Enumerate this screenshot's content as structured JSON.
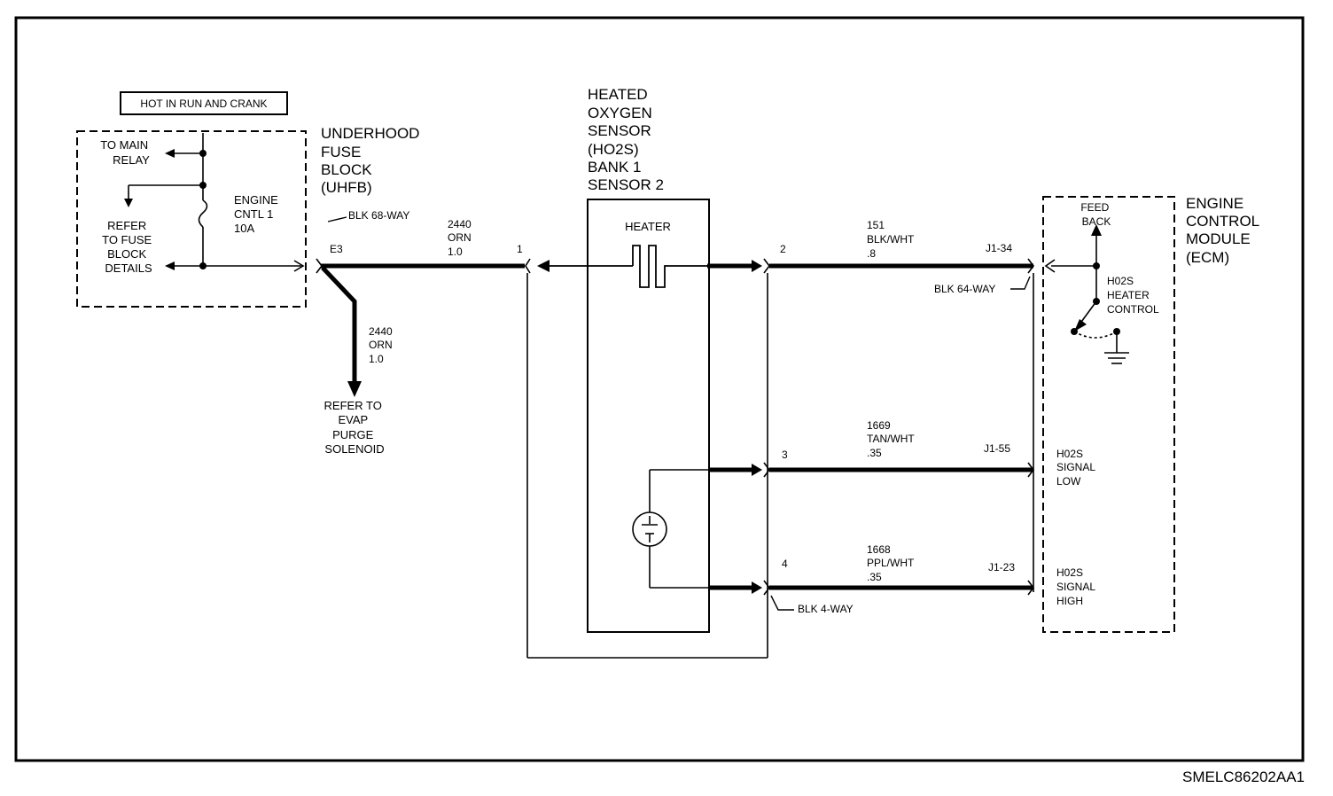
{
  "hot_label": "HOT IN RUN AND CRANK",
  "fuse_block": {
    "to_main_relay": [
      "TO MAIN",
      "RELAY"
    ],
    "refer_details": [
      "REFER",
      "TO FUSE",
      "BLOCK",
      "DETAILS"
    ],
    "fuse": [
      "ENGINE",
      "CNTL 1",
      "10A"
    ],
    "title": [
      "UNDERHOOD",
      "FUSE",
      "BLOCK",
      "(UHFB)"
    ],
    "connector": "BLK 68-WAY",
    "terminal": "E3"
  },
  "wire_2440_main": [
    "2440",
    "ORN",
    "1.0"
  ],
  "wire_2440_branch": [
    "2440",
    "ORN",
    "1.0"
  ],
  "evap_ref": [
    "REFER TO",
    "EVAP",
    "PURGE",
    "SOLENOID"
  ],
  "sensor": {
    "title": [
      "HEATED",
      "OXYGEN",
      "SENSOR",
      "(HO2S)",
      "BANK 1",
      "SENSOR 2"
    ],
    "heater": "HEATER",
    "pin1": "1",
    "pin2": "2",
    "pin3": "3",
    "pin4": "4",
    "connector": "BLK 4-WAY"
  },
  "wire_151": [
    "151",
    "BLK/WHT",
    ".8"
  ],
  "wire_1669": [
    "1669",
    "TAN/WHT",
    ".35"
  ],
  "wire_1668": [
    "1668",
    "PPL/WHT",
    ".35"
  ],
  "ecm": {
    "title": [
      "ENGINE",
      "CONTROL",
      "MODULE",
      "(ECM)"
    ],
    "feedback": [
      "FEED",
      "BACK"
    ],
    "heater_control": [
      "H02S",
      "HEATER",
      "CONTROL"
    ],
    "signal_low": [
      "H02S",
      "SIGNAL",
      "LOW"
    ],
    "signal_high": [
      "H02S",
      "SIGNAL",
      "HIGH"
    ],
    "pin_j1_34": "J1-34",
    "pin_j1_55": "J1-55",
    "pin_j1_23": "J1-23",
    "connector": "BLK 64-WAY"
  },
  "figure_id": "SMELC86202AA1"
}
